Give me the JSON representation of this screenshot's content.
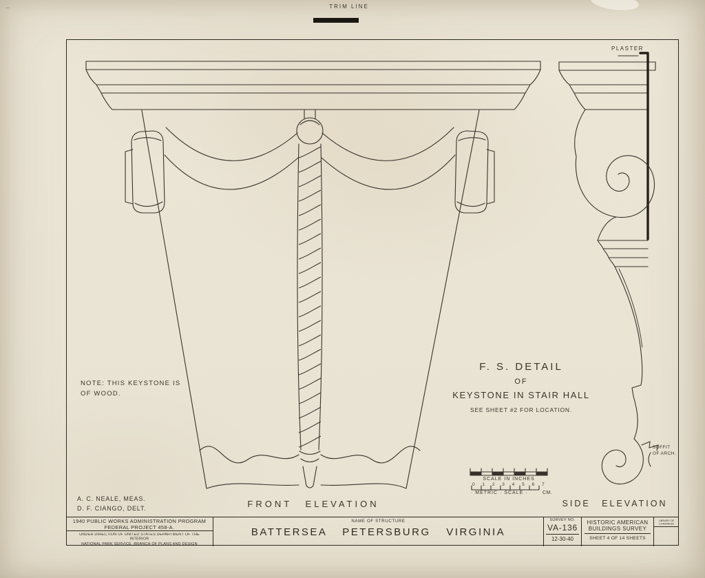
{
  "page": {
    "trim_label": "TRIM LINE"
  },
  "annotations": {
    "note_line1": "NOTE: THIS KEYSTONE IS",
    "note_line2": "OF WOOD.",
    "detail_line1": "F. S. DETAIL",
    "detail_line2": "OF",
    "detail_line3": "KEYSTONE IN STAIR HALL",
    "detail_line4": "SEE SHEET #2 FOR LOCATION.",
    "credit_line1": "A. C. NEALE, MEAS.",
    "credit_line2": "D. F. CIANGO, DELT.",
    "front_elevation_label": "FRONT ELEVATION",
    "side_elevation_label": "SIDE ELEVATION",
    "plaster_label": "PLASTER",
    "soffit_line1": "SOFFIT",
    "soffit_line2": "OF ARCH."
  },
  "scales": {
    "inches_label": "SCALE IN INCHES",
    "metric_numbers": "0 1 2 3 4 5 6 7",
    "metric_label": "· METRIC · SCALE ·",
    "metric_unit": "CM."
  },
  "title_block": {
    "program_line1": "1940 PUBLIC WORKS ADMINISTRATION PROGRAM",
    "program_line2": "FEDERAL PROJECT 458-A.",
    "direction_line1": "UNDER DIRECTION OF UNITED STATES DEPARTMENT OF THE INTERIOR",
    "direction_line2": "NATIONAL PARK SERVICE, BRANCH OF PLANS AND DESIGN",
    "name_of_structure_label": "NAME OF STRUCTURE",
    "structure_name": "BATTERSEA PETERSBURG VIRGINIA",
    "survey_no_label": "SURVEY NO.",
    "survey_no": "VA-136",
    "survey_date": "12-30-40",
    "habs_line1": "HISTORIC AMERICAN",
    "habs_line2": "BUILDINGS SURVEY",
    "sheet_info": "SHEET 4 OF 14 SHEETS",
    "library_label": "LIBRARY OF CONGRESS"
  }
}
